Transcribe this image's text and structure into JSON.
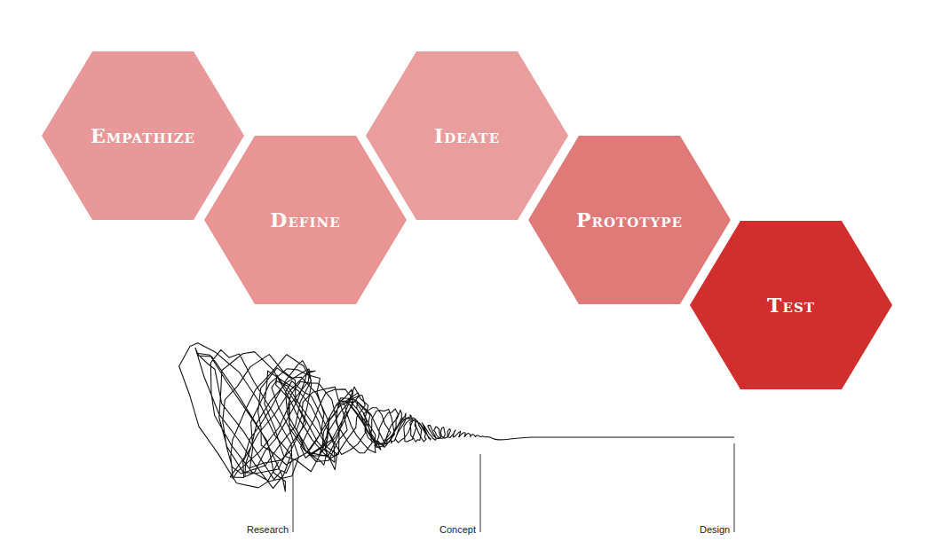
{
  "diagram": {
    "nodes": [
      {
        "text": [
          "Empathize"
        ]
      },
      {
        "text": [
          "Define"
        ]
      },
      {
        "text": [
          "Ideate"
        ]
      },
      {
        "text": [
          "Prototype"
        ]
      },
      {
        "text": [
          "Test"
        ]
      }
    ],
    "labels": [
      "Research",
      "Concept",
      "Design"
    ]
  }
}
